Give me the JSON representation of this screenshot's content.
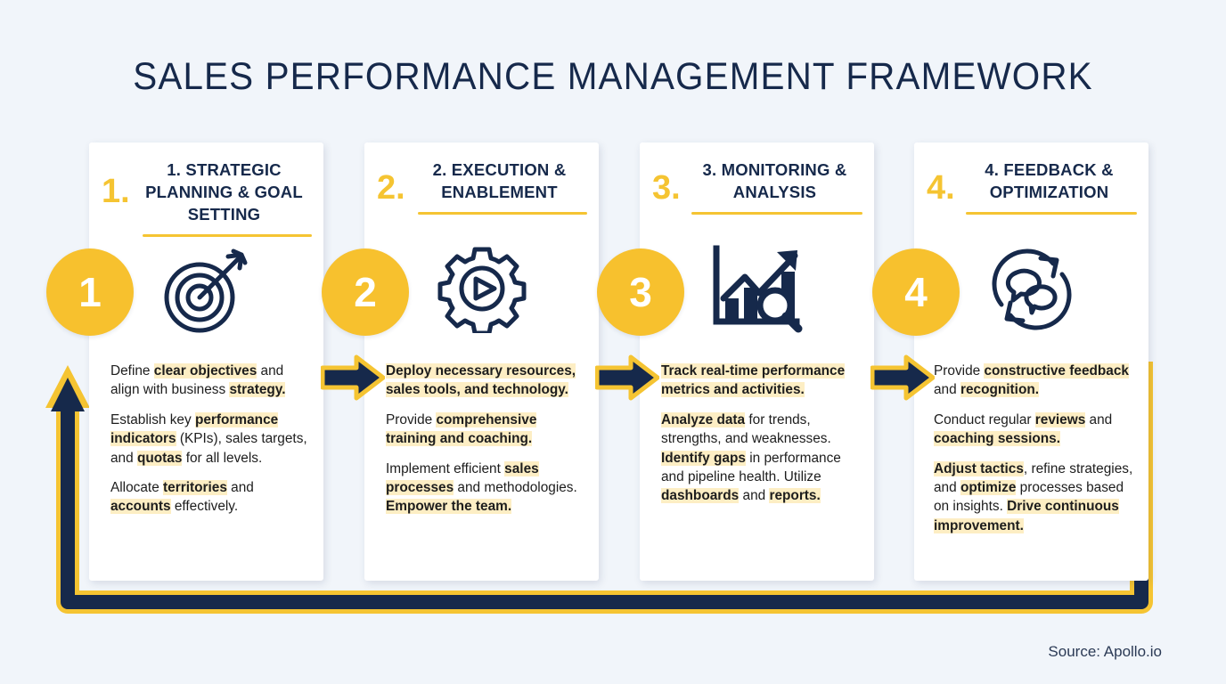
{
  "header": {
    "title": "SALES PERFORMANCE MANAGEMENT FRAMEWORK"
  },
  "colors": {
    "background": "#f1f5fa",
    "navy": "#16294b",
    "yellow": "#f7c12e",
    "highlight": "#fdeec4",
    "card": "#ffffff"
  },
  "footer": {
    "source": "Source: Apollo.io"
  },
  "cards": [
    {
      "badge": "1",
      "number_prefix": "1.",
      "title": "1. STRATEGIC PLANNING & GOAL SETTING",
      "icon": "target-arrow-icon",
      "paragraphs": [
        [
          {
            "t": "Define ",
            "h": false
          },
          {
            "t": "clear objectives",
            "h": true
          },
          {
            "t": " and align with business ",
            "h": false
          },
          {
            "t": "strategy.",
            "h": true
          }
        ],
        [
          {
            "t": "Establish key ",
            "h": false
          },
          {
            "t": "performance indicators",
            "h": true
          },
          {
            "t": " (KPIs), sales targets, and ",
            "h": false
          },
          {
            "t": "quotas",
            "h": true
          },
          {
            "t": " for all levels.",
            "h": false
          }
        ],
        [
          {
            "t": "Allocate ",
            "h": false
          },
          {
            "t": "territories",
            "h": true
          },
          {
            "t": " and ",
            "h": false
          },
          {
            "t": "accounts",
            "h": true
          },
          {
            "t": " effectively.",
            "h": false
          }
        ]
      ]
    },
    {
      "badge": "2",
      "number_prefix": "2.",
      "title": "2. EXECUTION & ENABLEMENT",
      "icon": "gear-play-icon",
      "paragraphs": [
        [
          {
            "t": "Deploy necessary resources, sales tools, and technology.",
            "h": true
          }
        ],
        [
          {
            "t": "Provide ",
            "h": false
          },
          {
            "t": "comprehensive training and coaching.",
            "h": true
          }
        ],
        [
          {
            "t": "Implement efficient ",
            "h": false
          },
          {
            "t": "sales processes",
            "h": true
          },
          {
            "t": " and methodologies. ",
            "h": false
          },
          {
            "t": "Empower the team.",
            "h": true
          }
        ]
      ]
    },
    {
      "badge": "3",
      "number_prefix": "3.",
      "title": "3. MONITORING & ANALYSIS",
      "icon": "bar-chart-magnifier-icon",
      "paragraphs": [
        [
          {
            "t": "Track real-time performance metrics and activities.",
            "h": true
          }
        ],
        [
          {
            "t": "Analyze data",
            "h": true
          },
          {
            "t": " for trends, strengths, and weaknesses. ",
            "h": false
          },
          {
            "t": "Identify gaps",
            "h": true
          },
          {
            "t": " in performance and pipeline health. Utilize ",
            "h": false
          },
          {
            "t": "dashboards",
            "h": true
          },
          {
            "t": " and ",
            "h": false
          },
          {
            "t": "reports.",
            "h": true
          }
        ]
      ]
    },
    {
      "badge": "4",
      "number_prefix": "4.",
      "title": "4. FEEDBACK & OPTIMIZATION",
      "icon": "feedback-loop-speech-icon",
      "paragraphs": [
        [
          {
            "t": "Provide ",
            "h": false
          },
          {
            "t": "constructive feedback",
            "h": true
          },
          {
            "t": " and ",
            "h": false
          },
          {
            "t": "recognition.",
            "h": true
          }
        ],
        [
          {
            "t": "Conduct regular ",
            "h": false
          },
          {
            "t": "reviews",
            "h": true
          },
          {
            "t": " and ",
            "h": false
          },
          {
            "t": "coaching sessions.",
            "h": true
          }
        ],
        [
          {
            "t": "Adjust tactics",
            "h": true
          },
          {
            "t": ", refine strategies, and ",
            "h": false
          },
          {
            "t": "optimize",
            "h": true
          },
          {
            "t": " processes based on insights. ",
            "h": false
          },
          {
            "t": "Drive continuous improvement.",
            "h": true
          }
        ]
      ]
    }
  ],
  "arrows": {
    "step_arrow_label": "next-step-arrow",
    "loop_label": "feedback-loop-arrow"
  }
}
